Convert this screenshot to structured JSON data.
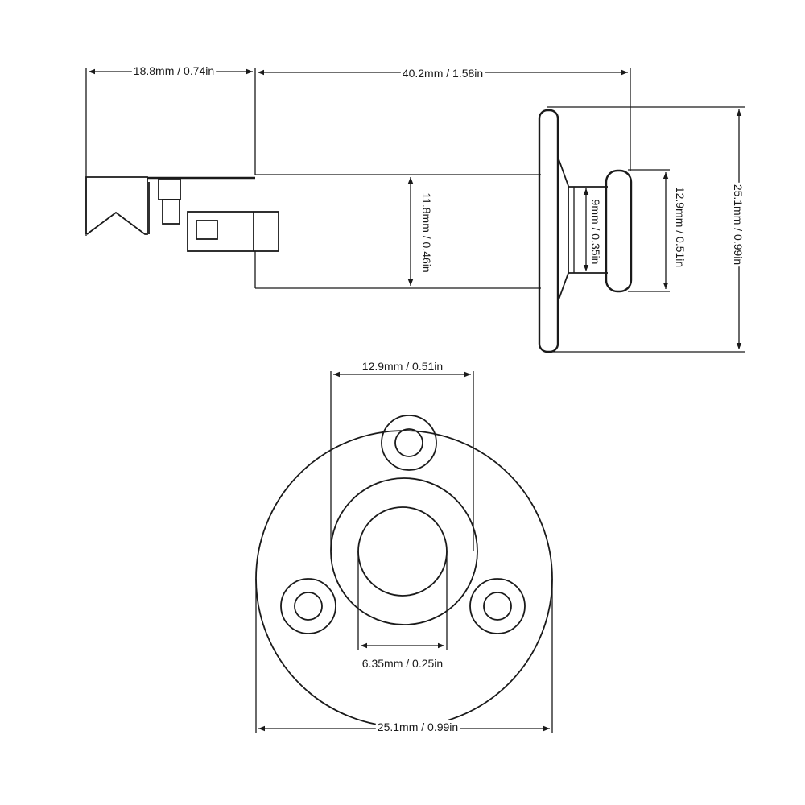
{
  "side_view": {
    "dims": {
      "left_width": "18.8mm / 0.74in",
      "body_length": "40.2mm / 1.58in",
      "body_diameter": "11.8mm / 0.46in",
      "neck_diameter": "9mm / 0.35in",
      "nut_diameter": "12.9mm / 0.51in",
      "flange_diameter": "25.1mm / 0.99in"
    }
  },
  "front_view": {
    "dims": {
      "nut_diameter": "12.9mm / 0.51in",
      "hole_diameter": "6.35mm / 0.25in",
      "plate_diameter": "25.1mm / 0.99in"
    }
  }
}
